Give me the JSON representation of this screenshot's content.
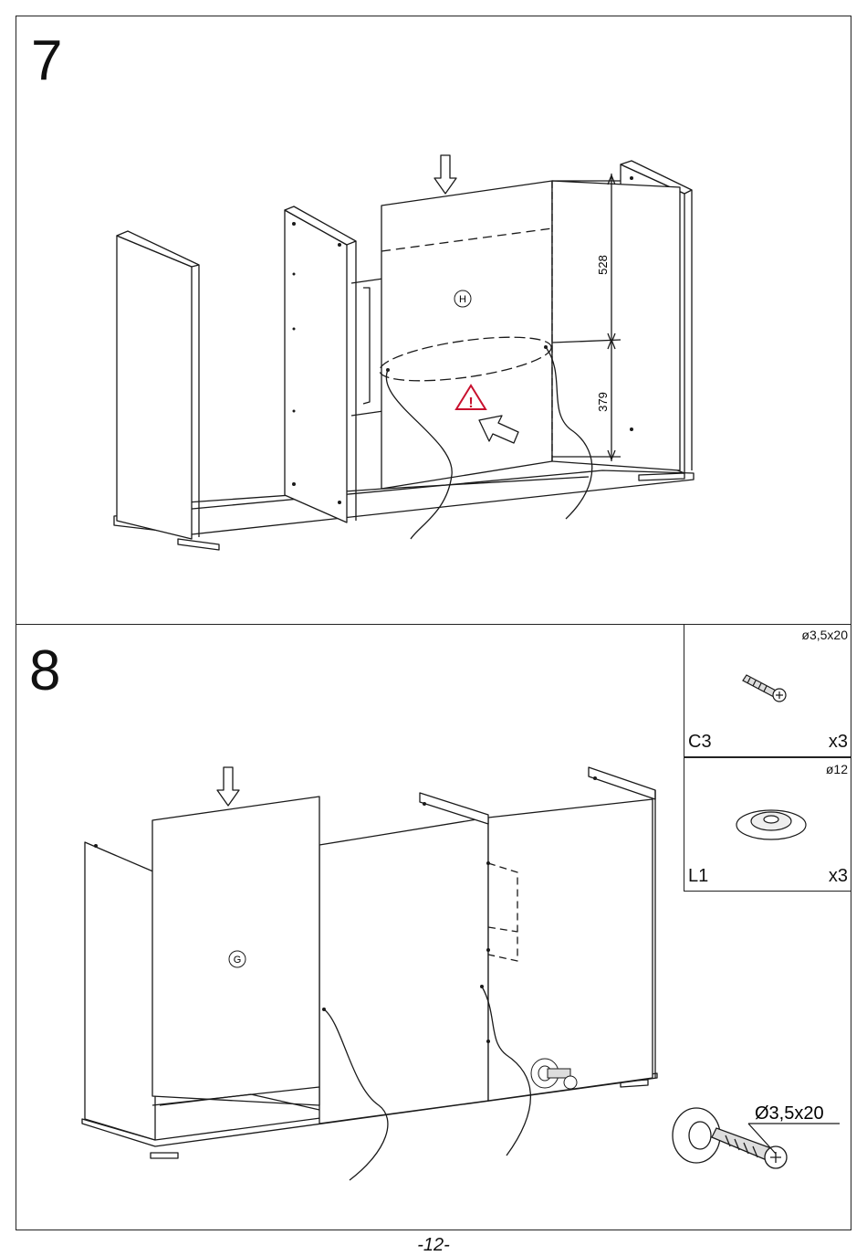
{
  "page": {
    "number": "-12-"
  },
  "step7": {
    "number": "7",
    "panel_label": "H",
    "dimension_top": "528",
    "dimension_bottom": "379",
    "warning_symbol": "!",
    "colors": {
      "warning": "#c8102e",
      "line": "#1a1a1a"
    }
  },
  "step8": {
    "number": "8",
    "panel_label": "G",
    "screw_callout": "Ø3,5x20",
    "parts": [
      {
        "code": "C3",
        "spec": "ø3,5x20",
        "qty": "x3",
        "icon": "screw-icon"
      },
      {
        "code": "L1",
        "spec": "ø12",
        "qty": "x3",
        "icon": "cover-cap-icon"
      }
    ]
  }
}
